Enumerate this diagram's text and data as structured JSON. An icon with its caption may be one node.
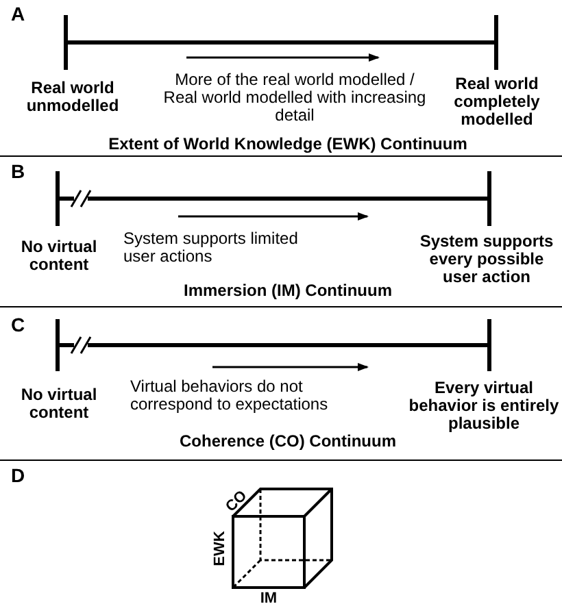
{
  "diagram": {
    "labels": [
      "A",
      "Real world unmodelled",
      "More of the real world modelled / Real world modelled with increasing detail",
      "Real world completely modelled",
      "Extent of World Knowledge (EWK) Continuum",
      "B",
      "No virtual content",
      "System supports limited user actions",
      "System supports every possible user action",
      "Immersion (IM) Continuum",
      "C",
      "No virtual content",
      "Virtual behaviors do not correspond to expectations",
      "Every virtual behavior is entirely plausible",
      "Coherence (CO) Continuum",
      "D",
      "CO",
      "EWK",
      "IM"
    ]
  }
}
